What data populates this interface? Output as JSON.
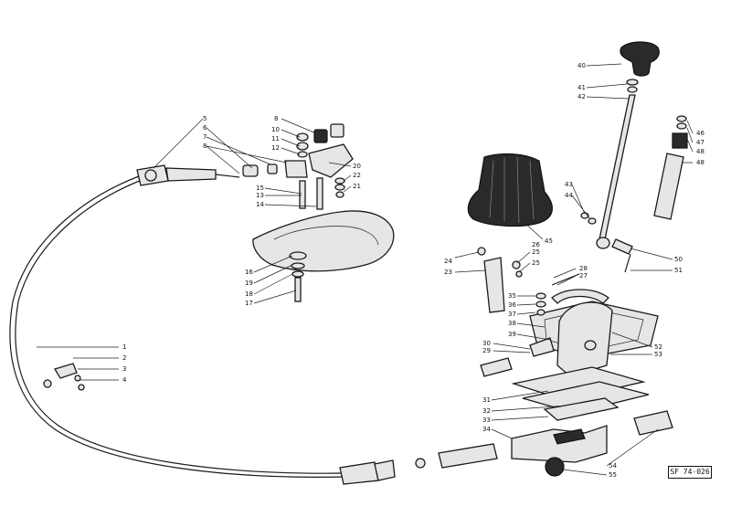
{
  "reference_code": "SF 74-026",
  "callouts": [
    {
      "id": "c1",
      "text": "1"
    },
    {
      "id": "c2",
      "text": "2"
    },
    {
      "id": "c3",
      "text": "3"
    },
    {
      "id": "c4",
      "text": "4"
    },
    {
      "id": "c5",
      "text": "5"
    },
    {
      "id": "c6",
      "text": "6"
    },
    {
      "id": "c7",
      "text": "7"
    },
    {
      "id": "c8a",
      "text": "8"
    },
    {
      "id": "c8b",
      "text": "8"
    },
    {
      "id": "c10",
      "text": "10"
    },
    {
      "id": "c11",
      "text": "11"
    },
    {
      "id": "c12",
      "text": "12"
    },
    {
      "id": "c13",
      "text": "13"
    },
    {
      "id": "c14",
      "text": "14"
    },
    {
      "id": "c15",
      "text": "15"
    },
    {
      "id": "c16",
      "text": "16"
    },
    {
      "id": "c17",
      "text": "17"
    },
    {
      "id": "c18",
      "text": "18"
    },
    {
      "id": "c19",
      "text": "19"
    },
    {
      "id": "c20",
      "text": "20"
    },
    {
      "id": "c21",
      "text": "21"
    },
    {
      "id": "c22",
      "text": "22"
    },
    {
      "id": "c23",
      "text": "23"
    },
    {
      "id": "c24",
      "text": "24"
    },
    {
      "id": "c25a",
      "text": "25"
    },
    {
      "id": "c26",
      "text": "26"
    },
    {
      "id": "c25b",
      "text": "25"
    },
    {
      "id": "c27",
      "text": "27"
    },
    {
      "id": "c28",
      "text": "28"
    },
    {
      "id": "c29",
      "text": "29"
    },
    {
      "id": "c30",
      "text": "30"
    },
    {
      "id": "c31",
      "text": "31"
    },
    {
      "id": "c32",
      "text": "32"
    },
    {
      "id": "c33",
      "text": "33"
    },
    {
      "id": "c34",
      "text": "34"
    },
    {
      "id": "c35",
      "text": "35"
    },
    {
      "id": "c36",
      "text": "36"
    },
    {
      "id": "c37",
      "text": "37"
    },
    {
      "id": "c38",
      "text": "38"
    },
    {
      "id": "c39",
      "text": "39"
    },
    {
      "id": "c40",
      "text": "40"
    },
    {
      "id": "c41",
      "text": "41"
    },
    {
      "id": "c42",
      "text": "42"
    },
    {
      "id": "c43",
      "text": "43"
    },
    {
      "id": "c44",
      "text": "44"
    },
    {
      "id": "c45",
      "text": "45"
    },
    {
      "id": "c46",
      "text": "46"
    },
    {
      "id": "c47",
      "text": "47"
    },
    {
      "id": "c48a",
      "text": "48"
    },
    {
      "id": "c48b",
      "text": "48"
    },
    {
      "id": "c50",
      "text": "50"
    },
    {
      "id": "c51",
      "text": "51"
    },
    {
      "id": "c52",
      "text": "52"
    },
    {
      "id": "c53",
      "text": "53"
    },
    {
      "id": "c54",
      "text": "54"
    },
    {
      "id": "c55",
      "text": "55"
    }
  ]
}
